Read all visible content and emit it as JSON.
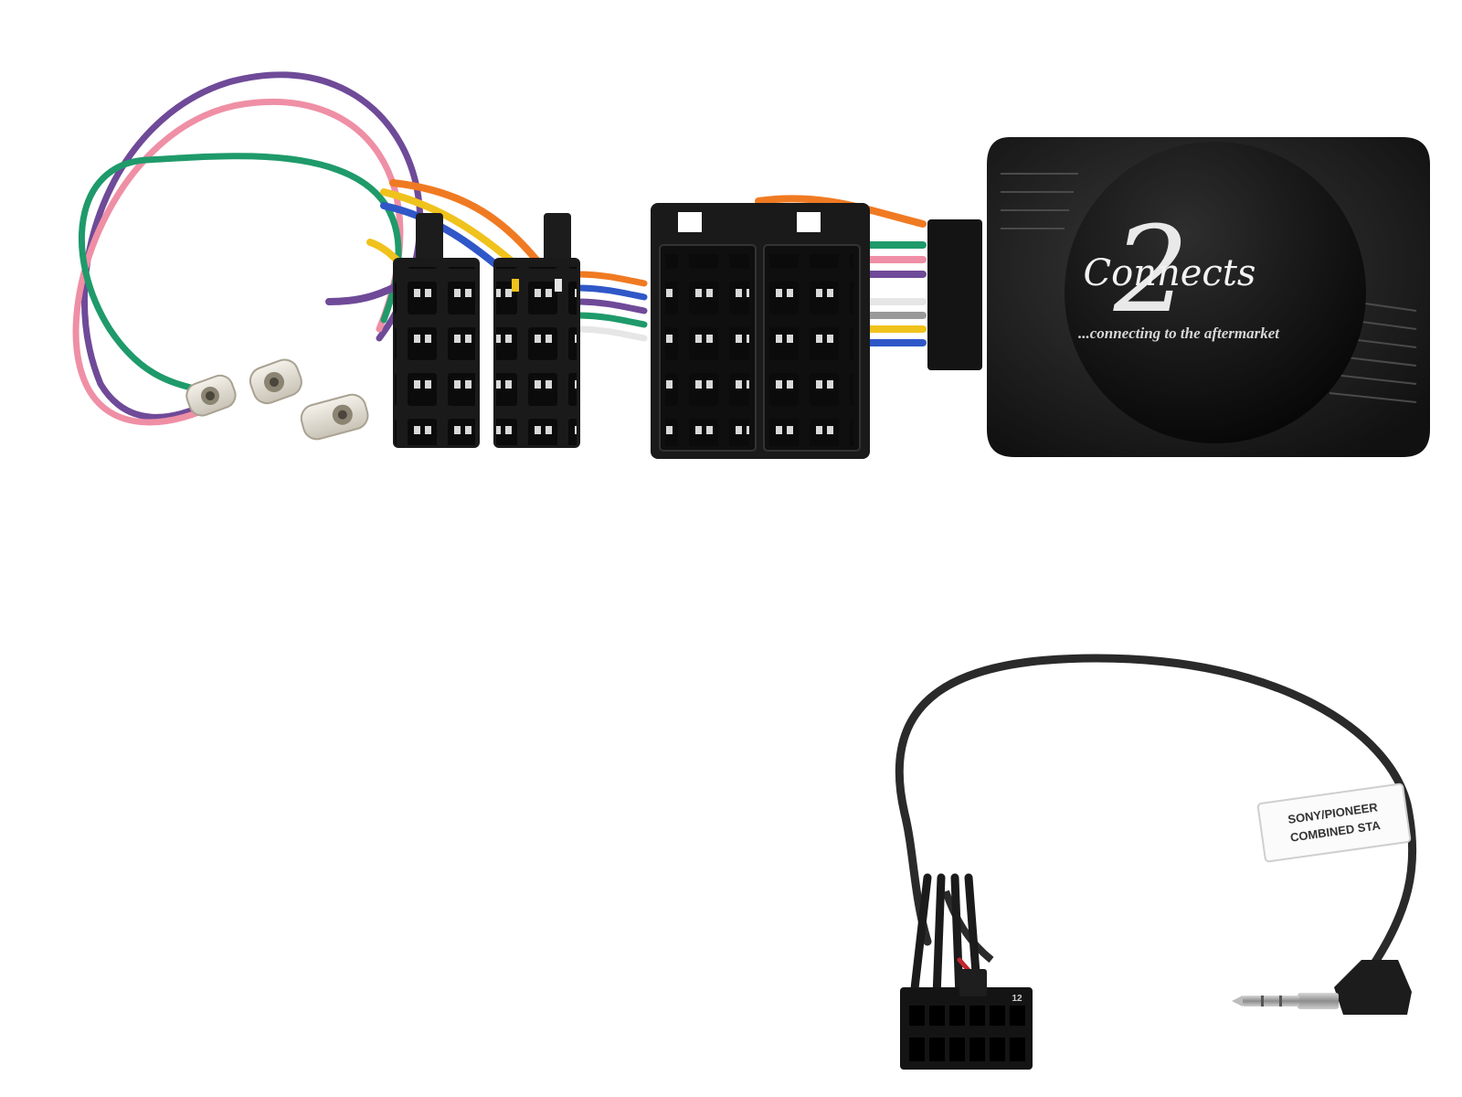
{
  "product": {
    "interface_box": {
      "brand_digit": "2",
      "brand_word": "Connects",
      "tagline": "...connecting to the aftermarket",
      "box_color": "#1c1c1c"
    },
    "lead": {
      "label_line1": "SONY/PIONEER",
      "label_line2": "COMBINED STA",
      "pin_label": "12",
      "cable_color": "#2a2a2a"
    },
    "wire_colors": {
      "green": "#1f9a6a",
      "pink": "#ef8fa5",
      "purple": "#6f4a98",
      "orange": "#f07a22",
      "yellow": "#f0c21c",
      "blue": "#2f57c8",
      "white": "#e6e6e6",
      "red": "#c0262e",
      "grey": "#9a9a9a"
    }
  }
}
